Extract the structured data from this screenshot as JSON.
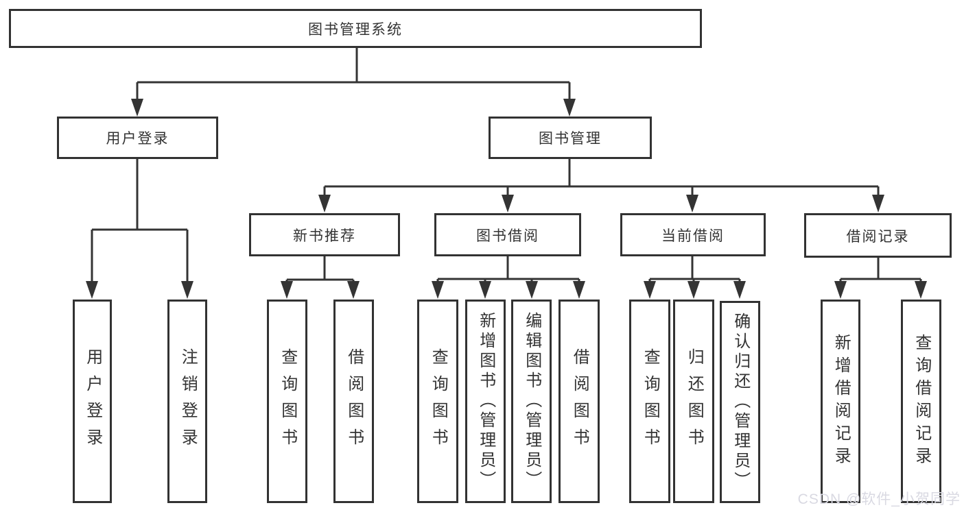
{
  "tree": {
    "root": {
      "label": "图书管理系统"
    },
    "level2": [
      {
        "label": "用户登录"
      },
      {
        "label": "图书管理"
      }
    ],
    "level3": [
      {
        "label": "新书推荐"
      },
      {
        "label": "图书借阅"
      },
      {
        "label": "当前借阅"
      },
      {
        "label": "借阅记录"
      }
    ],
    "leaves": {
      "user_login": [
        "用户登录",
        "注销登录"
      ],
      "new_book_recommendation": [
        "查询图书",
        "借阅图书"
      ],
      "book_borrowing": [
        "查询图书",
        "新增图书（管理员）",
        "编辑图书（管理员）",
        "借阅图书"
      ],
      "current_borrowing": [
        "查询图书",
        "归还图书",
        "确认归还（管理员）"
      ],
      "borrowing_records": [
        "新增借阅记录",
        "查询借阅记录"
      ]
    }
  },
  "watermark": "CSDN @软件_小贺同学",
  "colors": {
    "line": "#343434",
    "border": "#323232",
    "text": "#333333",
    "watermark": "#d9d9e2"
  }
}
